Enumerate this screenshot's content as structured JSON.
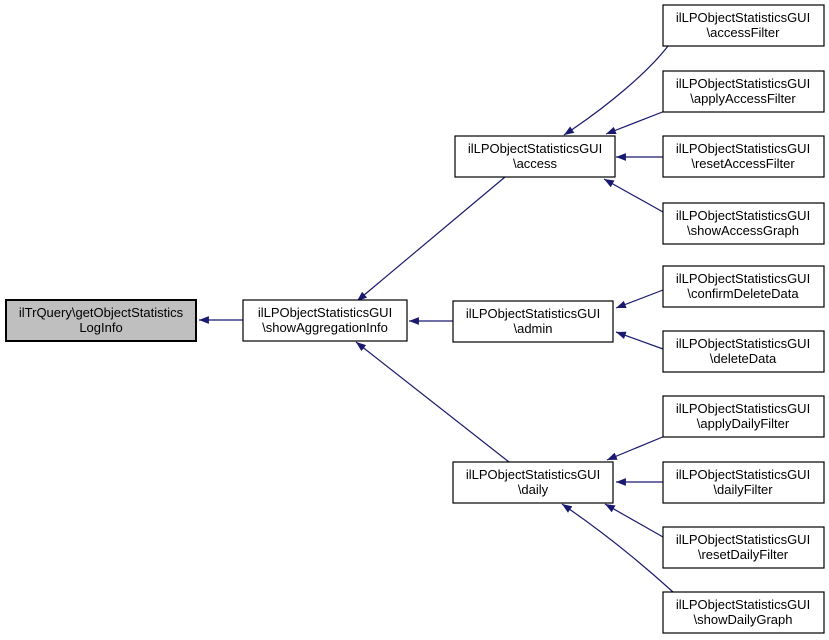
{
  "diagram": {
    "type": "doxygen-caller-graph",
    "colors": {
      "background": "#ffffff",
      "node_fill": "#ffffff",
      "node_border": "#000000",
      "highlight_fill": "#bfbfbf",
      "arrow": "#191970",
      "text": "#000000"
    },
    "nodes": [
      {
        "id": "getObjectStatisticsLogInfo",
        "line1": "ilTrQuery\\getObjectStatistics",
        "line2": "LogInfo",
        "highlighted": true
      },
      {
        "id": "showAggregationInfo",
        "line1": "ilLPObjectStatisticsGUI",
        "line2": "\\showAggregationInfo",
        "highlighted": false
      },
      {
        "id": "access",
        "line1": "ilLPObjectStatisticsGUI",
        "line2": "\\access",
        "highlighted": false
      },
      {
        "id": "admin",
        "line1": "ilLPObjectStatisticsGUI",
        "line2": "\\admin",
        "highlighted": false
      },
      {
        "id": "daily",
        "line1": "ilLPObjectStatisticsGUI",
        "line2": "\\daily",
        "highlighted": false
      },
      {
        "id": "accessFilter",
        "line1": "ilLPObjectStatisticsGUI",
        "line2": "\\accessFilter",
        "highlighted": false
      },
      {
        "id": "applyAccessFilter",
        "line1": "ilLPObjectStatisticsGUI",
        "line2": "\\applyAccessFilter",
        "highlighted": false
      },
      {
        "id": "resetAccessFilter",
        "line1": "ilLPObjectStatisticsGUI",
        "line2": "\\resetAccessFilter",
        "highlighted": false
      },
      {
        "id": "showAccessGraph",
        "line1": "ilLPObjectStatisticsGUI",
        "line2": "\\showAccessGraph",
        "highlighted": false
      },
      {
        "id": "confirmDeleteData",
        "line1": "ilLPObjectStatisticsGUI",
        "line2": "\\confirmDeleteData",
        "highlighted": false
      },
      {
        "id": "deleteData",
        "line1": "ilLPObjectStatisticsGUI",
        "line2": "\\deleteData",
        "highlighted": false
      },
      {
        "id": "applyDailyFilter",
        "line1": "ilLPObjectStatisticsGUI",
        "line2": "\\applyDailyFilter",
        "highlighted": false
      },
      {
        "id": "dailyFilter",
        "line1": "ilLPObjectStatisticsGUI",
        "line2": "\\dailyFilter",
        "highlighted": false
      },
      {
        "id": "resetDailyFilter",
        "line1": "ilLPObjectStatisticsGUI",
        "line2": "\\resetDailyFilter",
        "highlighted": false
      },
      {
        "id": "showDailyGraph",
        "line1": "ilLPObjectStatisticsGUI",
        "line2": "\\showDailyGraph",
        "highlighted": false
      }
    ],
    "edges": [
      {
        "from": "showAggregationInfo",
        "to": "getObjectStatisticsLogInfo"
      },
      {
        "from": "access",
        "to": "showAggregationInfo"
      },
      {
        "from": "admin",
        "to": "showAggregationInfo"
      },
      {
        "from": "daily",
        "to": "showAggregationInfo"
      },
      {
        "from": "accessFilter",
        "to": "access"
      },
      {
        "from": "applyAccessFilter",
        "to": "access"
      },
      {
        "from": "resetAccessFilter",
        "to": "access"
      },
      {
        "from": "showAccessGraph",
        "to": "access"
      },
      {
        "from": "confirmDeleteData",
        "to": "admin"
      },
      {
        "from": "deleteData",
        "to": "admin"
      },
      {
        "from": "applyDailyFilter",
        "to": "daily"
      },
      {
        "from": "dailyFilter",
        "to": "daily"
      },
      {
        "from": "resetDailyFilter",
        "to": "daily"
      },
      {
        "from": "showDailyGraph",
        "to": "daily"
      }
    ]
  }
}
